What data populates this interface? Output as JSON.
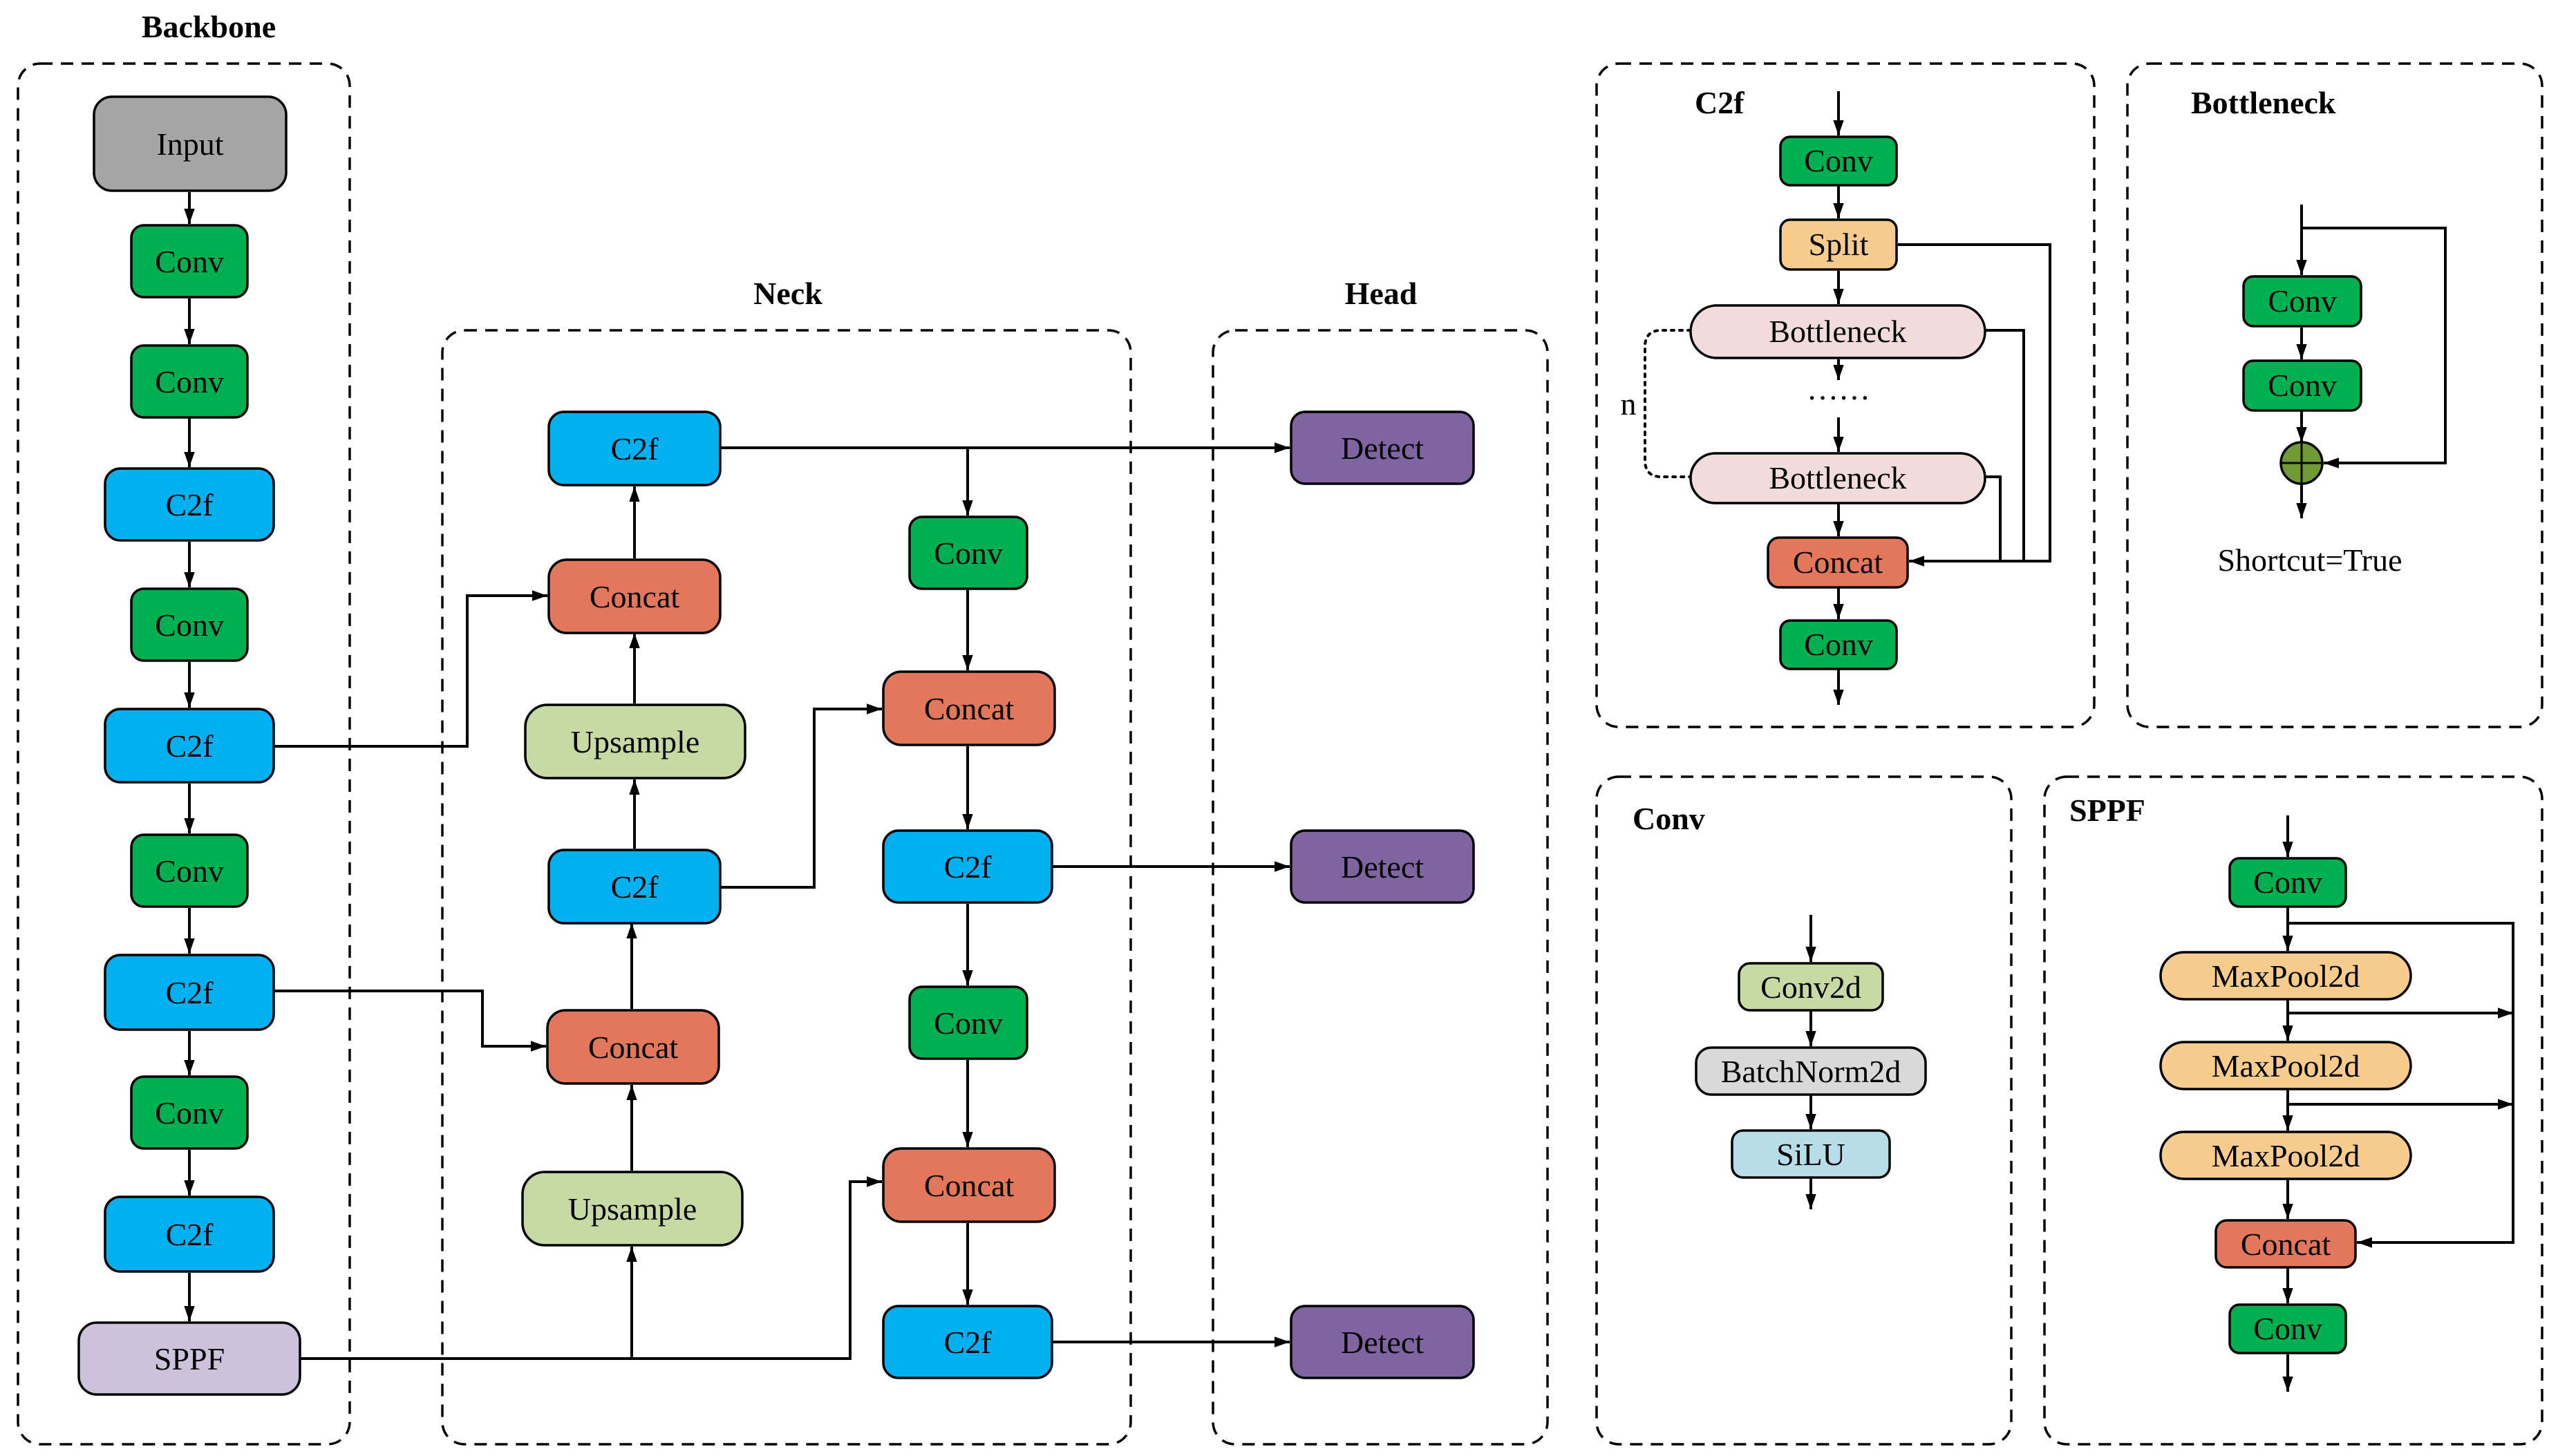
{
  "colors": {
    "gray": "#a6a6a6",
    "green": "#00b050",
    "blue": "#00b0f0",
    "lavender": "#ccc2dc",
    "orange": "#e2775b",
    "lightgreen": "#c8daa4",
    "purple": "#8064a2",
    "peach": "#f7cc8c",
    "pink": "#f2dcdb",
    "lightgray": "#d9d9d9",
    "lightblue": "#b7dde8",
    "add": "#6f9a34"
  },
  "sections": [
    {
      "id": "backbone",
      "title": "Backbone"
    },
    {
      "id": "neck",
      "title": "Neck"
    },
    {
      "id": "head",
      "title": "Head"
    },
    {
      "id": "c2f",
      "title": "C2f"
    },
    {
      "id": "bottleneck",
      "title": "Bottleneck"
    },
    {
      "id": "conv",
      "title": "Conv"
    },
    {
      "id": "sppf",
      "title": "SPPF"
    }
  ],
  "nodes": [
    {
      "id": "bb_input",
      "label": "Input",
      "color": "gray"
    },
    {
      "id": "bb_conv1",
      "label": "Conv",
      "color": "green"
    },
    {
      "id": "bb_conv2",
      "label": "Conv",
      "color": "green"
    },
    {
      "id": "bb_c2f1",
      "label": "C2f",
      "color": "blue"
    },
    {
      "id": "bb_conv3",
      "label": "Conv",
      "color": "green"
    },
    {
      "id": "bb_c2f2",
      "label": "C2f",
      "color": "blue"
    },
    {
      "id": "bb_conv4",
      "label": "Conv",
      "color": "green"
    },
    {
      "id": "bb_c2f3",
      "label": "C2f",
      "color": "blue"
    },
    {
      "id": "bb_conv5",
      "label": "Conv",
      "color": "green"
    },
    {
      "id": "bb_c2f4",
      "label": "C2f",
      "color": "blue"
    },
    {
      "id": "bb_sppf",
      "label": "SPPF",
      "color": "lavender"
    },
    {
      "id": "nk_c2f_top",
      "label": "C2f",
      "color": "blue"
    },
    {
      "id": "nk_concat1",
      "label": "Concat",
      "color": "orange"
    },
    {
      "id": "nk_up1",
      "label": "Upsample",
      "color": "lightgreen"
    },
    {
      "id": "nk_c2f_mid",
      "label": "C2f",
      "color": "blue"
    },
    {
      "id": "nk_concat2",
      "label": "Concat",
      "color": "orange"
    },
    {
      "id": "nk_up2",
      "label": "Upsample",
      "color": "lightgreen"
    },
    {
      "id": "nk_conv_a",
      "label": "Conv",
      "color": "green"
    },
    {
      "id": "nk_concat3",
      "label": "Concat",
      "color": "orange"
    },
    {
      "id": "nk_c2f_r1",
      "label": "C2f",
      "color": "blue"
    },
    {
      "id": "nk_conv_b",
      "label": "Conv",
      "color": "green"
    },
    {
      "id": "nk_concat4",
      "label": "Concat",
      "color": "orange"
    },
    {
      "id": "nk_c2f_r2",
      "label": "C2f",
      "color": "blue"
    },
    {
      "id": "hd_det1",
      "label": "Detect",
      "color": "purple"
    },
    {
      "id": "hd_det2",
      "label": "Detect",
      "color": "purple"
    },
    {
      "id": "hd_det3",
      "label": "Detect",
      "color": "purple"
    },
    {
      "id": "c2f_conv_in",
      "label": "Conv",
      "color": "green"
    },
    {
      "id": "c2f_split",
      "label": "Split",
      "color": "peach"
    },
    {
      "id": "c2f_bneck1",
      "label": "Bottleneck",
      "color": "pink"
    },
    {
      "id": "c2f_bneck2",
      "label": "Bottleneck",
      "color": "pink"
    },
    {
      "id": "c2f_concat",
      "label": "Concat",
      "color": "orange"
    },
    {
      "id": "c2f_conv_out",
      "label": "Conv",
      "color": "green"
    },
    {
      "id": "bn_conv1",
      "label": "Conv",
      "color": "green"
    },
    {
      "id": "bn_conv2",
      "label": "Conv",
      "color": "green"
    },
    {
      "id": "cv_conv2d",
      "label": "Conv2d",
      "color": "lightgreen"
    },
    {
      "id": "cv_bn",
      "label": "BatchNorm2d",
      "color": "lightgray"
    },
    {
      "id": "cv_silu",
      "label": "SiLU",
      "color": "lightblue"
    },
    {
      "id": "sp_conv_in",
      "label": "Conv",
      "color": "green"
    },
    {
      "id": "sp_mp1",
      "label": "MaxPool2d",
      "color": "peach"
    },
    {
      "id": "sp_mp2",
      "label": "MaxPool2d",
      "color": "peach"
    },
    {
      "id": "sp_mp3",
      "label": "MaxPool2d",
      "color": "peach"
    },
    {
      "id": "sp_concat",
      "label": "Concat",
      "color": "orange"
    },
    {
      "id": "sp_conv_out",
      "label": "Conv",
      "color": "green"
    }
  ],
  "annotations": {
    "c2f_dots": "……",
    "c2f_repeat": "n",
    "bottleneck_shortcut": "Shortcut=True"
  }
}
